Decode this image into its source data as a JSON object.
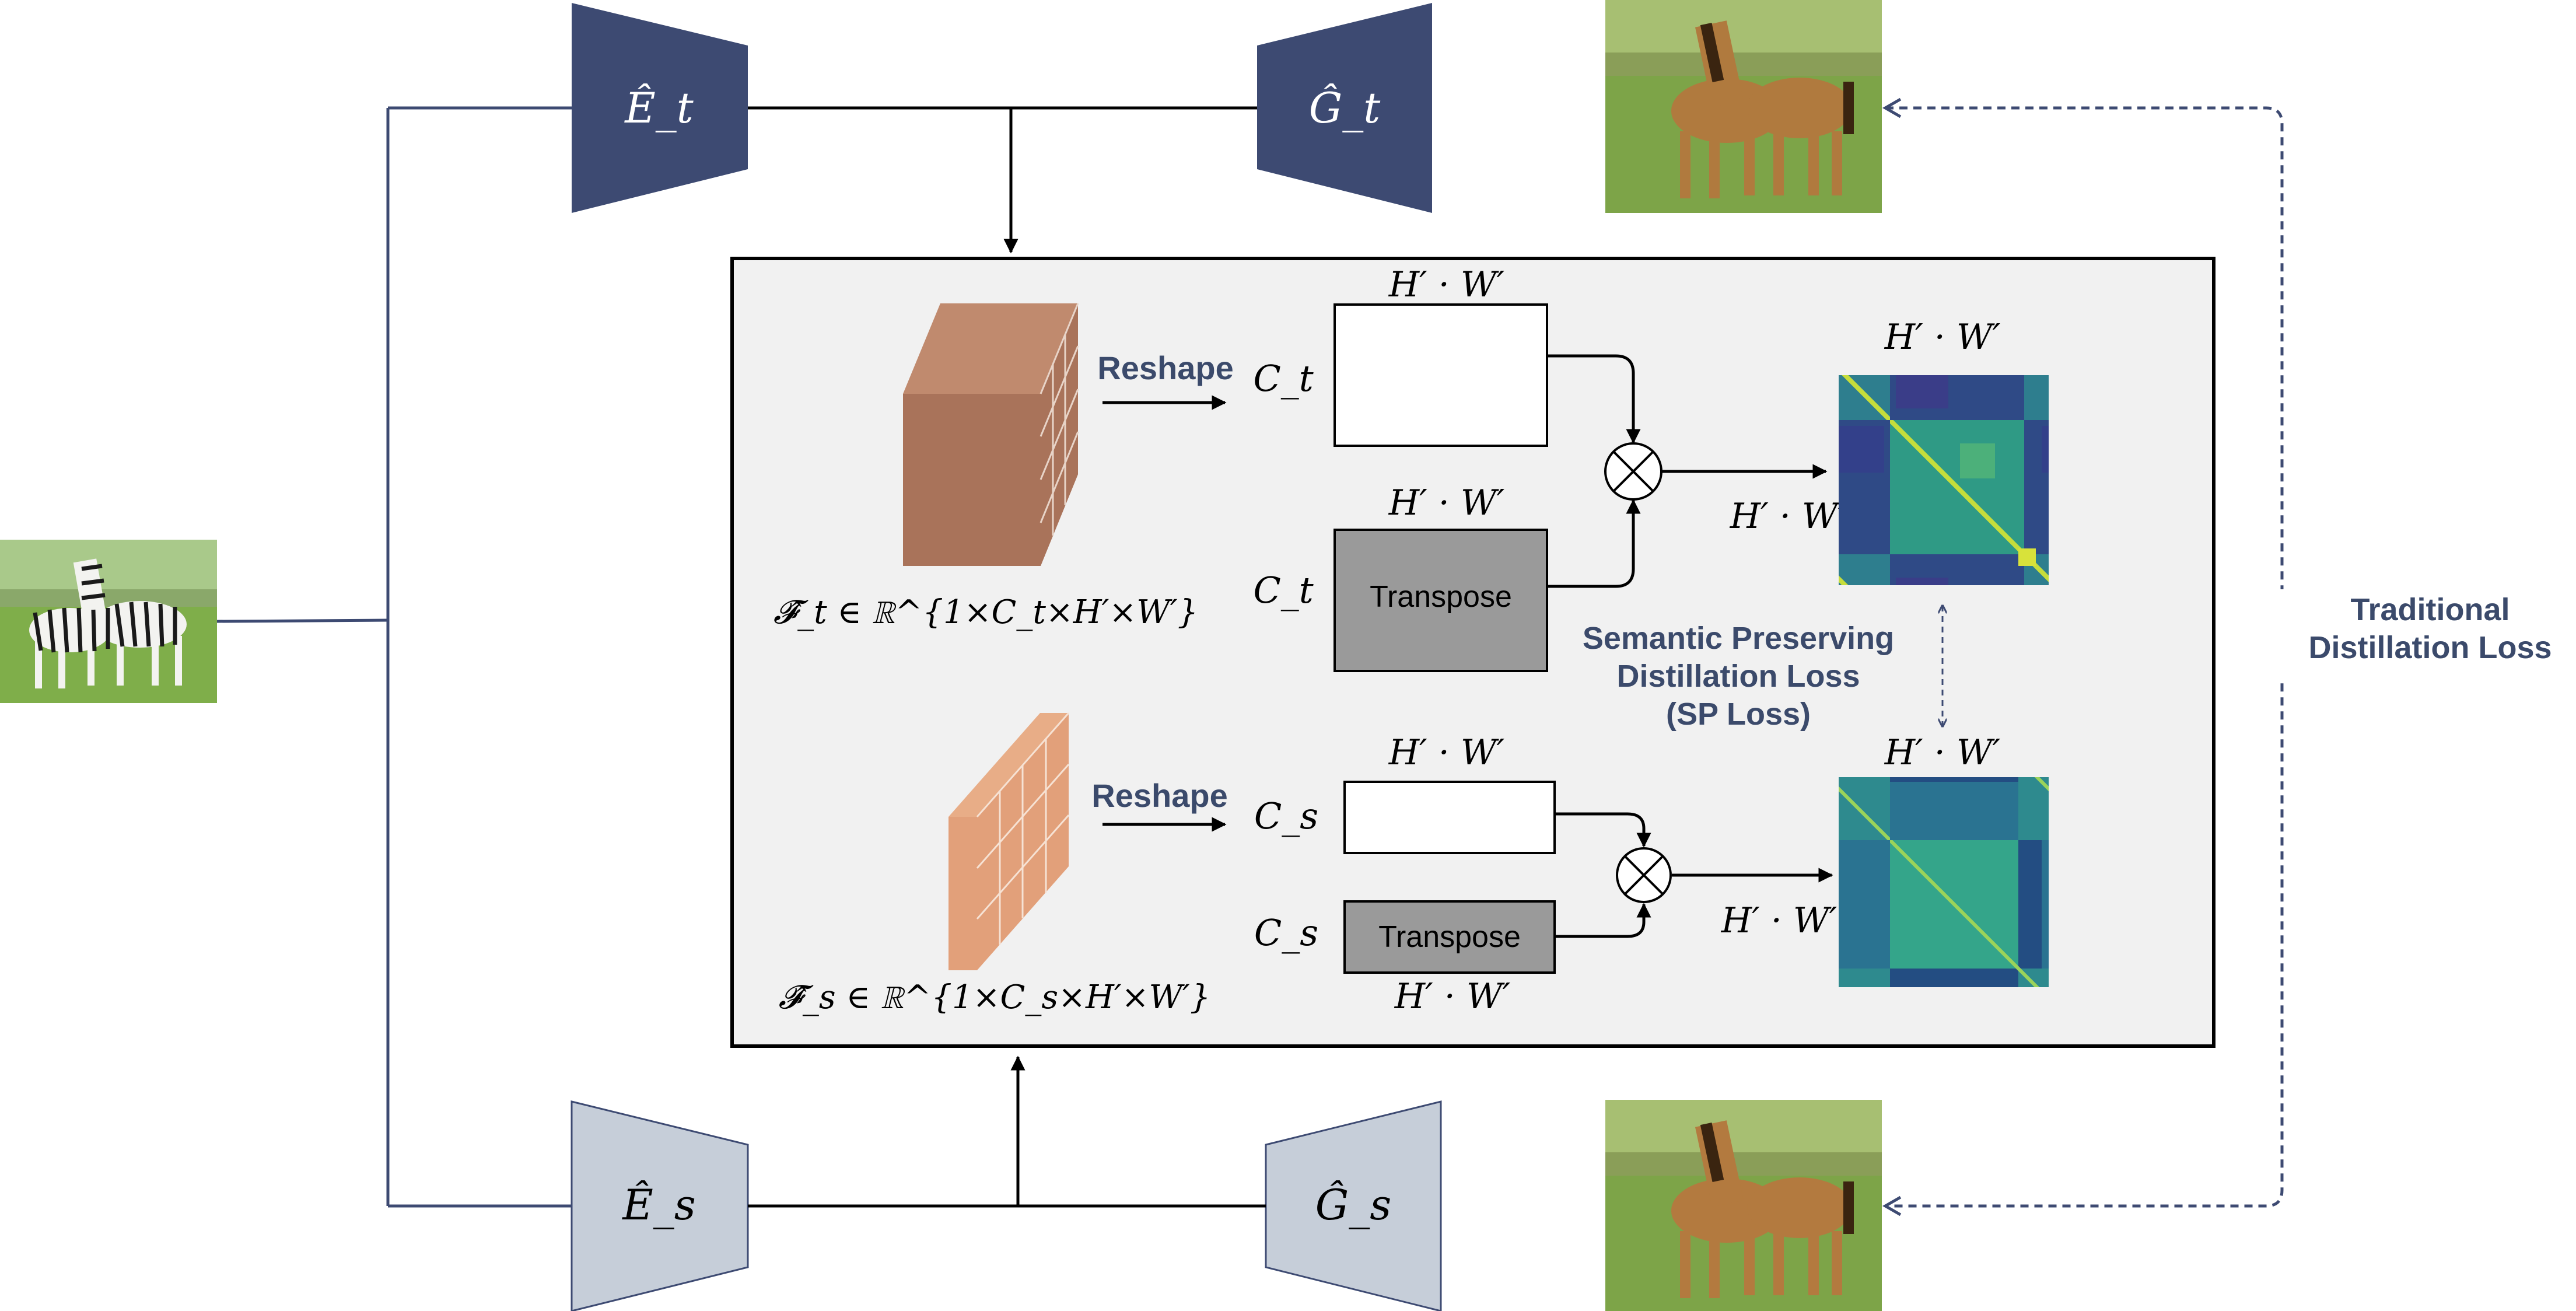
{
  "colors": {
    "teacher": "#3d4a72",
    "student": "#c6ced9",
    "student_stroke": "#3d4a72",
    "panel_bg": "#f1f1f1",
    "feat_teacher": "#a9735a",
    "feat_student": "#e2a07a",
    "label": "#3b4a6b",
    "transpose_fill": "#9a9a9a",
    "line": "#3d4a72"
  },
  "networks": {
    "teacher_encoder": "Ê_t",
    "teacher_generator": "Ĝ_t",
    "student_encoder": "Ê_s",
    "student_generator": "Ĝ_s"
  },
  "teacher_branch": {
    "feature_formula": "𝓕̂_t ∈ ℝ^{1×C_t×H′×W′}",
    "reshape_label": "Reshape",
    "channel_label": "C_t",
    "top_box_dim": "H′ · W′",
    "transpose_box_dim": "H′ · W′",
    "transpose_label": "Transpose",
    "gram_dim_top": "H′ · W′",
    "gram_dim_side": "H′ · W′"
  },
  "student_branch": {
    "feature_formula": "𝓕̂_s ∈ ℝ^{1×C_s×H′×W′}",
    "reshape_label": "Reshape",
    "channel_label": "C_s",
    "top_box_dim": "H′ · W′",
    "transpose_box_dim": "H′ · W′",
    "transpose_label": "Transpose",
    "gram_dim_top": "H′ · W′",
    "gram_dim_side": "H′ · W′"
  },
  "sp_loss": {
    "line1": "Semantic Preserving",
    "line2": "Distillation Loss",
    "line3": "(SP Loss)"
  },
  "traditional_loss": {
    "line1": "Traditional",
    "line2": "Distillation Loss"
  },
  "icons": {
    "multiply": "circled-times-icon",
    "input_image": "zebra-photo",
    "output_teacher": "horse-photo",
    "output_student": "horse-photo"
  }
}
